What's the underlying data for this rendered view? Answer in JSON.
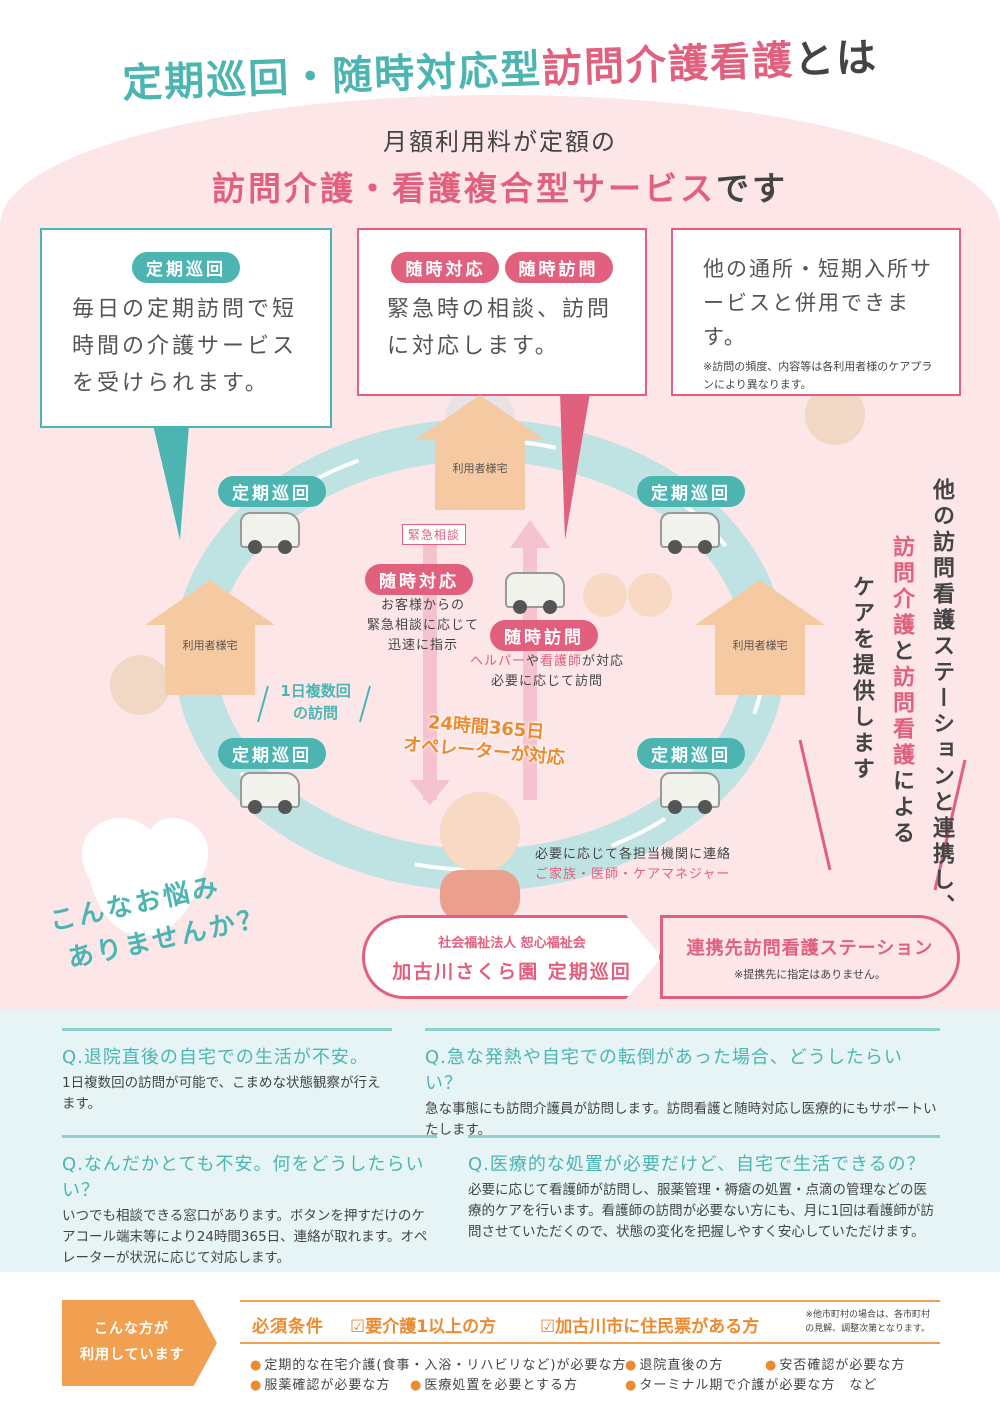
{
  "title": {
    "part1": "定期巡回・随時対応型",
    "part2": "訪問介護看護",
    "part3": "とは"
  },
  "subtitle": {
    "line1": "月額利用料が定額の",
    "line2_pink": "訪問介護・看護複合型サービス",
    "line2_dark": "です"
  },
  "boxes": [
    {
      "tags": [
        "定期巡回"
      ],
      "text": "毎日の定期訪問で短時間の介護サービスを受けられます。"
    },
    {
      "tags": [
        "随時対応",
        "随時訪問"
      ],
      "text": "緊急時の相談、訪問に対応します。"
    },
    {
      "text": "他の通所・短期入所サービスと併用できます。",
      "note": "※訪問の頻度、内容等は各利用者様のケアプランにより異なります。"
    }
  ],
  "diagram": {
    "patrol_label": "定期巡回",
    "home_label": "利用者様宅",
    "emergency_consult": "緊急相談",
    "on_demand_response": {
      "label": "随時対応",
      "lines": [
        "お客様からの",
        "緊急相談に応じて",
        "迅速に指示"
      ]
    },
    "on_demand_visit": {
      "label": "随時訪問",
      "helper": "ヘルパー",
      "ya": "や",
      "nurse": "看護師",
      "ga": "が対応",
      "line2": "必要に応じて訪問"
    },
    "multiple_visits": [
      "1日複数回",
      "の訪問"
    ],
    "operator": [
      "24時間365日",
      "オペレーターが対応"
    ],
    "contact": {
      "line1": "必要に応じて各担当機関に連絡",
      "line2": "ご家族・医師・ケアマネジャー"
    }
  },
  "vertical_text": {
    "col1": "他の訪問看護ステーションと連携し、",
    "col2a": "訪問介護",
    "col2b": "と",
    "col2c": "訪問看護",
    "col2d": "による",
    "col3": "ケアを提供します"
  },
  "worries": [
    "こんなお悩み",
    "ありませんか？"
  ],
  "org": {
    "corp": "社会福祉法人 恕心福祉会",
    "name": "加古川さくら園 定期巡回"
  },
  "partner": {
    "name": "連携先訪問看護ステーション",
    "note": "※提携先に指定はありません。"
  },
  "qa": [
    {
      "q": "Q.退院直後の自宅での生活が不安。",
      "a": "1日複数回の訪問が可能で、こまめな状態観察が行えます。"
    },
    {
      "q": "Q.急な発熱や自宅での転倒があった場合、どうしたらいい？",
      "a": "急な事態にも訪問介護員が訪問します。訪問看護と随時対応し医療的にもサポートいたします。"
    },
    {
      "q": "Q.なんだかとても不安。何をどうしたらいい？",
      "a": "いつでも相談できる窓口があります。ボタンを押すだけのケアコール端末等により24時間365日、連絡が取れます。オペレーターが状況に応じて対応します。"
    },
    {
      "q": "Q.医療的な処置が必要だけど、自宅で生活できるの？",
      "a": "必要に応じて看護師が訪問し、服薬管理・褥瘡の処置・点滴の管理などの医療的ケアを行います。看護師の訪問が必要ない方にも、月に1回は看護師が訪問させていただくので、状態の変化を把握しやすく安心していただけます。"
    }
  ],
  "users": {
    "label": [
      "こんな方が",
      "利用しています"
    ],
    "requirements_title": "必須条件",
    "requirements": [
      "☑要介護1以上の方",
      "☑加古川市に住民票がある方"
    ],
    "requirements_note": [
      "※他市町村の場合は、各市町村",
      "の見解、調整次第となります。"
    ],
    "items": [
      "定期的な在宅介護(食事・入浴・リハビリなど)が必要な方",
      "退院直後の方",
      "安否確認が必要な方",
      "服薬確認が必要な方",
      "医療処置を必要とする方",
      "ターミナル期で介護が必要な方　など"
    ]
  }
}
